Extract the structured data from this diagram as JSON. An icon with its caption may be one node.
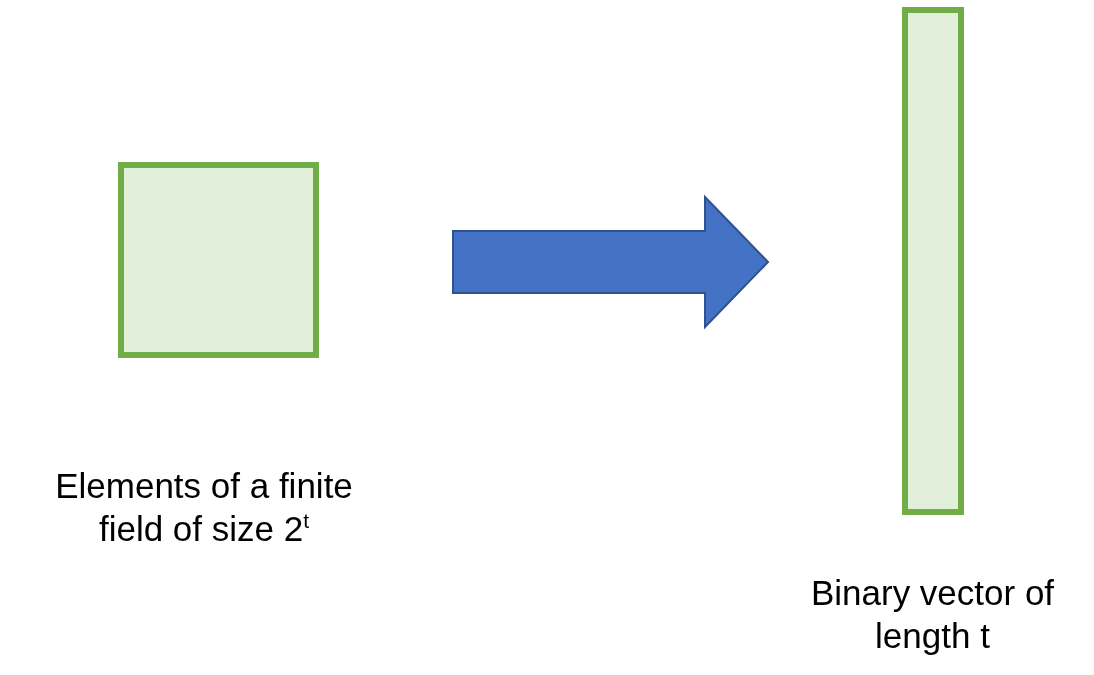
{
  "diagram": {
    "nodes": [
      {
        "text": [],
        "shape": "box",
        "beside": [
          "Elements of a finite field of size 2$^{t}$"
        ]
      },
      {
        "text": [],
        "shape": "box",
        "beside": [
          "Binary vector of length t"
        ]
      }
    ],
    "edges": [
      {
        "from": 0,
        "to": 1,
        "arrow": "to"
      }
    ]
  }
}
